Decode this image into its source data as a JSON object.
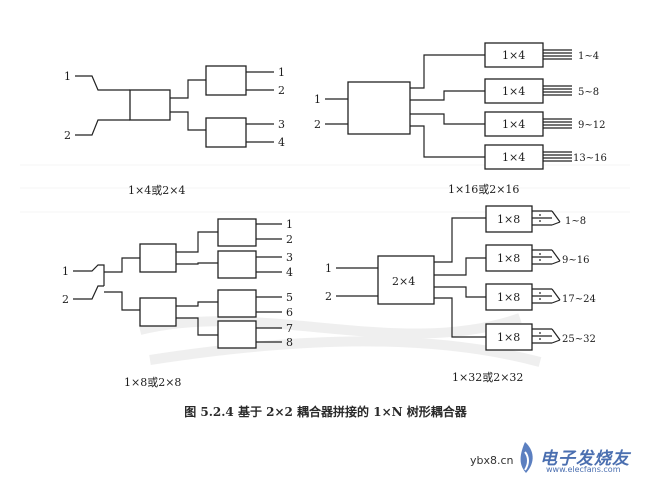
{
  "figure": {
    "caption": "图 5.2.4   基于 2×2 耦合器拼接的 1×N 树形耦合器"
  },
  "panels": {
    "p1x4": {
      "inputs": [
        "1",
        "2"
      ],
      "outputs": [
        "1",
        "2",
        "3",
        "4"
      ],
      "label": "1×4或2×4"
    },
    "p1x16": {
      "inputs": [
        "1",
        "2"
      ],
      "box_label": "1×4",
      "output_ranges": [
        "1~4",
        "5~8",
        "9~12",
        "13~16"
      ],
      "label": "1×16或2×16"
    },
    "p1x8": {
      "inputs": [
        "1",
        "2"
      ],
      "outputs": [
        "1",
        "2",
        "3",
        "4",
        "5",
        "6",
        "7",
        "8"
      ],
      "label": "1×8或2×8"
    },
    "p1x32": {
      "inputs": [
        "1",
        "2"
      ],
      "center_label": "2×4",
      "box_label": "1×8",
      "output_ranges": [
        "1~8",
        "9~16",
        "17~24",
        "25~32"
      ],
      "label": "1×32或2×32"
    }
  },
  "watermark": {
    "site": "ybx8.cn",
    "brand": "电子发烧友",
    "domain": "www.elecfans.com"
  }
}
